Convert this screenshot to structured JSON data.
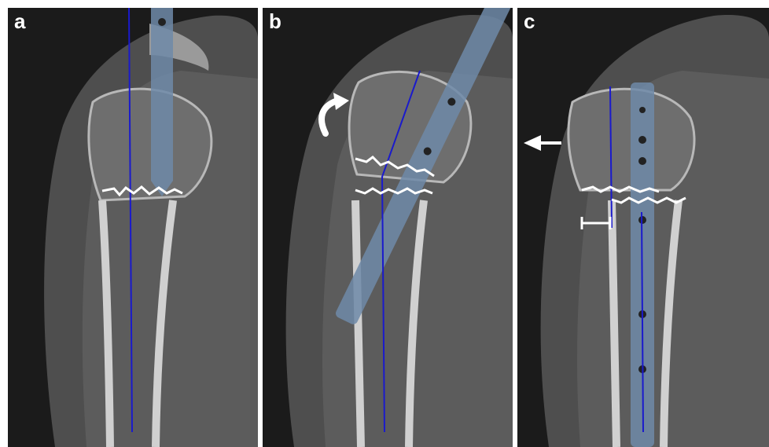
{
  "panels": [
    {
      "label": "a"
    },
    {
      "label": "b"
    },
    {
      "label": "c"
    }
  ],
  "colors": {
    "background": "#1a1a1a",
    "soft_tissue": "#5a5a5a",
    "bone_cortex": "#c8c8c8",
    "axis_line": "#1a1acc",
    "nail": "#6f8aa8",
    "fracture_line": "#ffffff"
  },
  "icons": {
    "rotation_arrow": "curved-arrow-icon",
    "push_arrow": "left-arrow-icon",
    "offset_marker": "h-bracket-icon"
  }
}
